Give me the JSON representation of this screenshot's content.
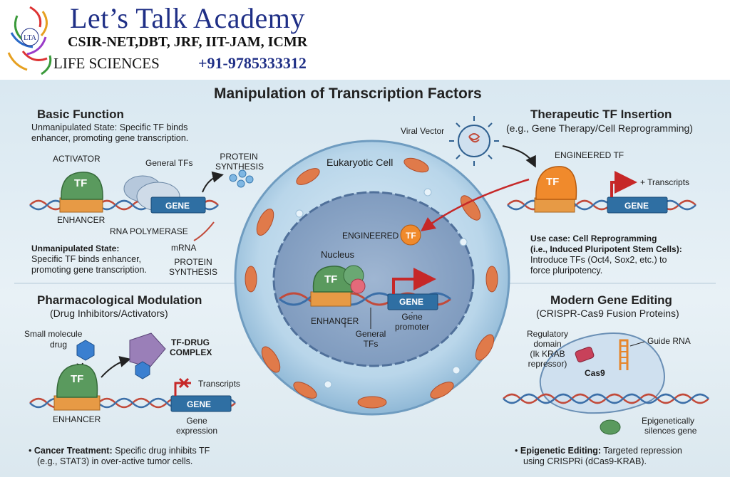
{
  "header": {
    "title": "Let’s Talk Academy",
    "exams": "CSIR-NET,DBT, JRF, IIT-JAM, ICMR",
    "subject": "LIFE SCIENCES",
    "phone": "+91-9785333312",
    "logo_text": "LTA"
  },
  "main_title": "Manipulation of Transcription Factors",
  "basic": {
    "title": "Basic Function",
    "desc_line1": "Unmanipulated State: Specific TF binds",
    "desc_line2": "enhancer, promoting gene transcription.",
    "activator": "ACTIVATOR",
    "tf": "TF",
    "general_tfs": "General TFs",
    "protein": "PROTEIN",
    "synthesis": "SYNTHESIS",
    "gene": "GENE",
    "enhancer": "ENHANCER",
    "rna_pol": "RNA POLYMERASE",
    "mrna": "mRNA",
    "note_title": "Unmanipulated State:",
    "note_line1": "Specific TF binds enhancer,",
    "note_line2": "promoting gene transcription.",
    "protein2": "PROTEIN",
    "synthesis2": "SYNTHESIS"
  },
  "cell": {
    "title": "Eukaryotic Cell",
    "engineered": "ENGINEERED",
    "tf": "TF",
    "nucleus": "Nucleus",
    "gene": "GENE",
    "enhancer": "ENHANCER",
    "general": "General",
    "tfs": "TFs",
    "gene_label": "Gene",
    "promoter": "promoter"
  },
  "therapeutic": {
    "title": "Therapeutic TF Insertion",
    "subtitle": "(e.g., Gene Therapy/Cell Reprogramming)",
    "viral_vector": "Viral Vector",
    "engineered_tf": "ENGINEERED TF",
    "tf": "TF",
    "transcripts": "+ Transcripts",
    "gene": "GENE",
    "use_case": "Use case: Cell Reprogramming",
    "use_line2": "(i.e., Induced Pluripotent Stem Cells):",
    "use_line3": "Introduce TFs (Oct4, Sox2, etc.) to",
    "use_line4": "force pluripotency."
  },
  "pharma": {
    "title": "Pharmacological Modulation",
    "subtitle": "(Drug Inhibitors/Activators)",
    "small_molecule": "Small molecule",
    "drug": "drug",
    "tf_drug": "TF-DRUG",
    "complex": "COMPLEX",
    "tf": "TF",
    "transcripts": "Transcripts",
    "gene": "GENE",
    "enhancer": "ENHANCER",
    "gene_label": "Gene",
    "expression": "expression",
    "bullet_bold": "Cancer Treatment:",
    "bullet_rest": " Specific drug inhibits TF",
    "bullet_line2": "(e.g., STAT3) in over-active tumor cells."
  },
  "editing": {
    "title": "Modern Gene Editing",
    "subtitle": "(CRISPR-Cas9 Fusion Proteins)",
    "regulatory": "Regulatory",
    "domain": "domain",
    "krab": "(Ik KRAB",
    "repressor": "repressor)",
    "guide_rna": "Guide RNA",
    "cas9": "Cas9",
    "epi1": "Epigenetically",
    "epi2": "silences gene",
    "bullet_bold": "Epigenetic Editing:",
    "bullet_rest": " Targeted repression",
    "bullet_line2": "using CRISPRi (dCas9-KRAB)."
  },
  "colors": {
    "brand_blue": "#1f2f86",
    "tf_green": "#5a9a5e",
    "tf_orange": "#f08a2c",
    "gene_blue": "#2f6fa3",
    "enhancer_orange": "#e79a45",
    "arrow_red": "#c62828"
  }
}
